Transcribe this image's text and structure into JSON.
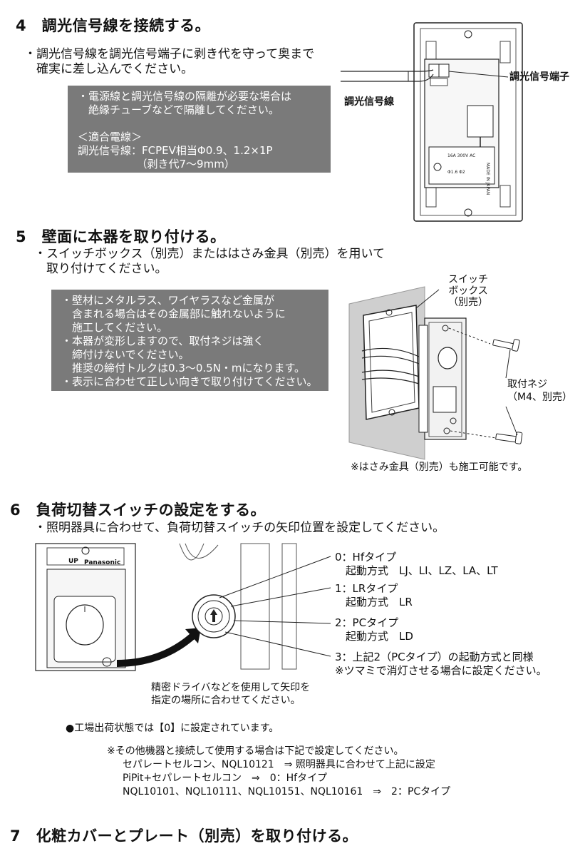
{
  "step4": {
    "heading": "4　調光信号線を接続する。",
    "bullet": "・調光信号線を調光信号端子に剥き代を守って奥まで\n　確実に差し込んでください。",
    "note": "・電源線と調光信号線の隔離が必要な場合は\n　絶縁チューブなどで隔離してください。\n\n＜適合電線＞\n調光信号線：FCPEV相当Φ0.9、1.2×1P\n　　　　　　（剥き代7～9mm）",
    "label_terminal": "調光信号端子",
    "label_wire": "調光信号線"
  },
  "step5": {
    "heading": "5　壁面に本器を取り付ける。",
    "bullet": "・スイッチボックス（別売）またははさみ金具（別売）を用いて\n　取り付けてください。",
    "note": "・壁材にメタルラス、ワイヤラスなど金属が\n　含まれる場合はその金属部に触れないように\n　施工してください。\n・本器が変形しますので、取付ネジは強く\n　締付けないでください。\n　推奨の締付トルクは0.3～0.5N・mになります。\n・表示に合わせて正しい向きで取り付けてください。",
    "label_box": "スイッチ\nボックス\n（別売）",
    "label_screw": "取付ネジ\n（M4、別売）",
    "footnote": "※はさみ金具（別売）も施工可能です。"
  },
  "step6": {
    "heading": "6　負荷切替スイッチの設定をする。",
    "bullet": "・照明器具に合わせて、負荷切替スイッチの矢印位置を設定してください。",
    "options": [
      {
        "text": "0：Hfタイプ\n　起動方式　LJ、LI、LZ、LA、LT"
      },
      {
        "text": "1：LRタイプ\n　起動方式　LR"
      },
      {
        "text": "2：PCタイプ\n　起動方式　LD"
      },
      {
        "text": "3：上記2（PCタイプ）の起動方式と同様\n※ツマミで消灯させる場合に設定ください。"
      }
    ],
    "driver_note": "精密ドライバなどを使用して矢印を\n指定の場所に合わせてください。",
    "factory": "●工場出荷状態では【0】に設定されています。",
    "other_devices": "※その他機器と接続して使用する場合は下記で設定してください。",
    "device_lines": [
      "セパレートセルコン、NQL10121　⇒ 照明器具に合わせて上記に設定",
      "PiPit+セパレートセルコン　⇒　0：Hfタイプ",
      "NQL10101、NQL10111、NQL10151、NQL10161　⇒　2：PCタイプ"
    ],
    "device_brand": "Panasonic",
    "device_mark": "UP"
  },
  "step7": {
    "heading": "7　化粧カバーとプレート（別売）を取り付ける。"
  }
}
